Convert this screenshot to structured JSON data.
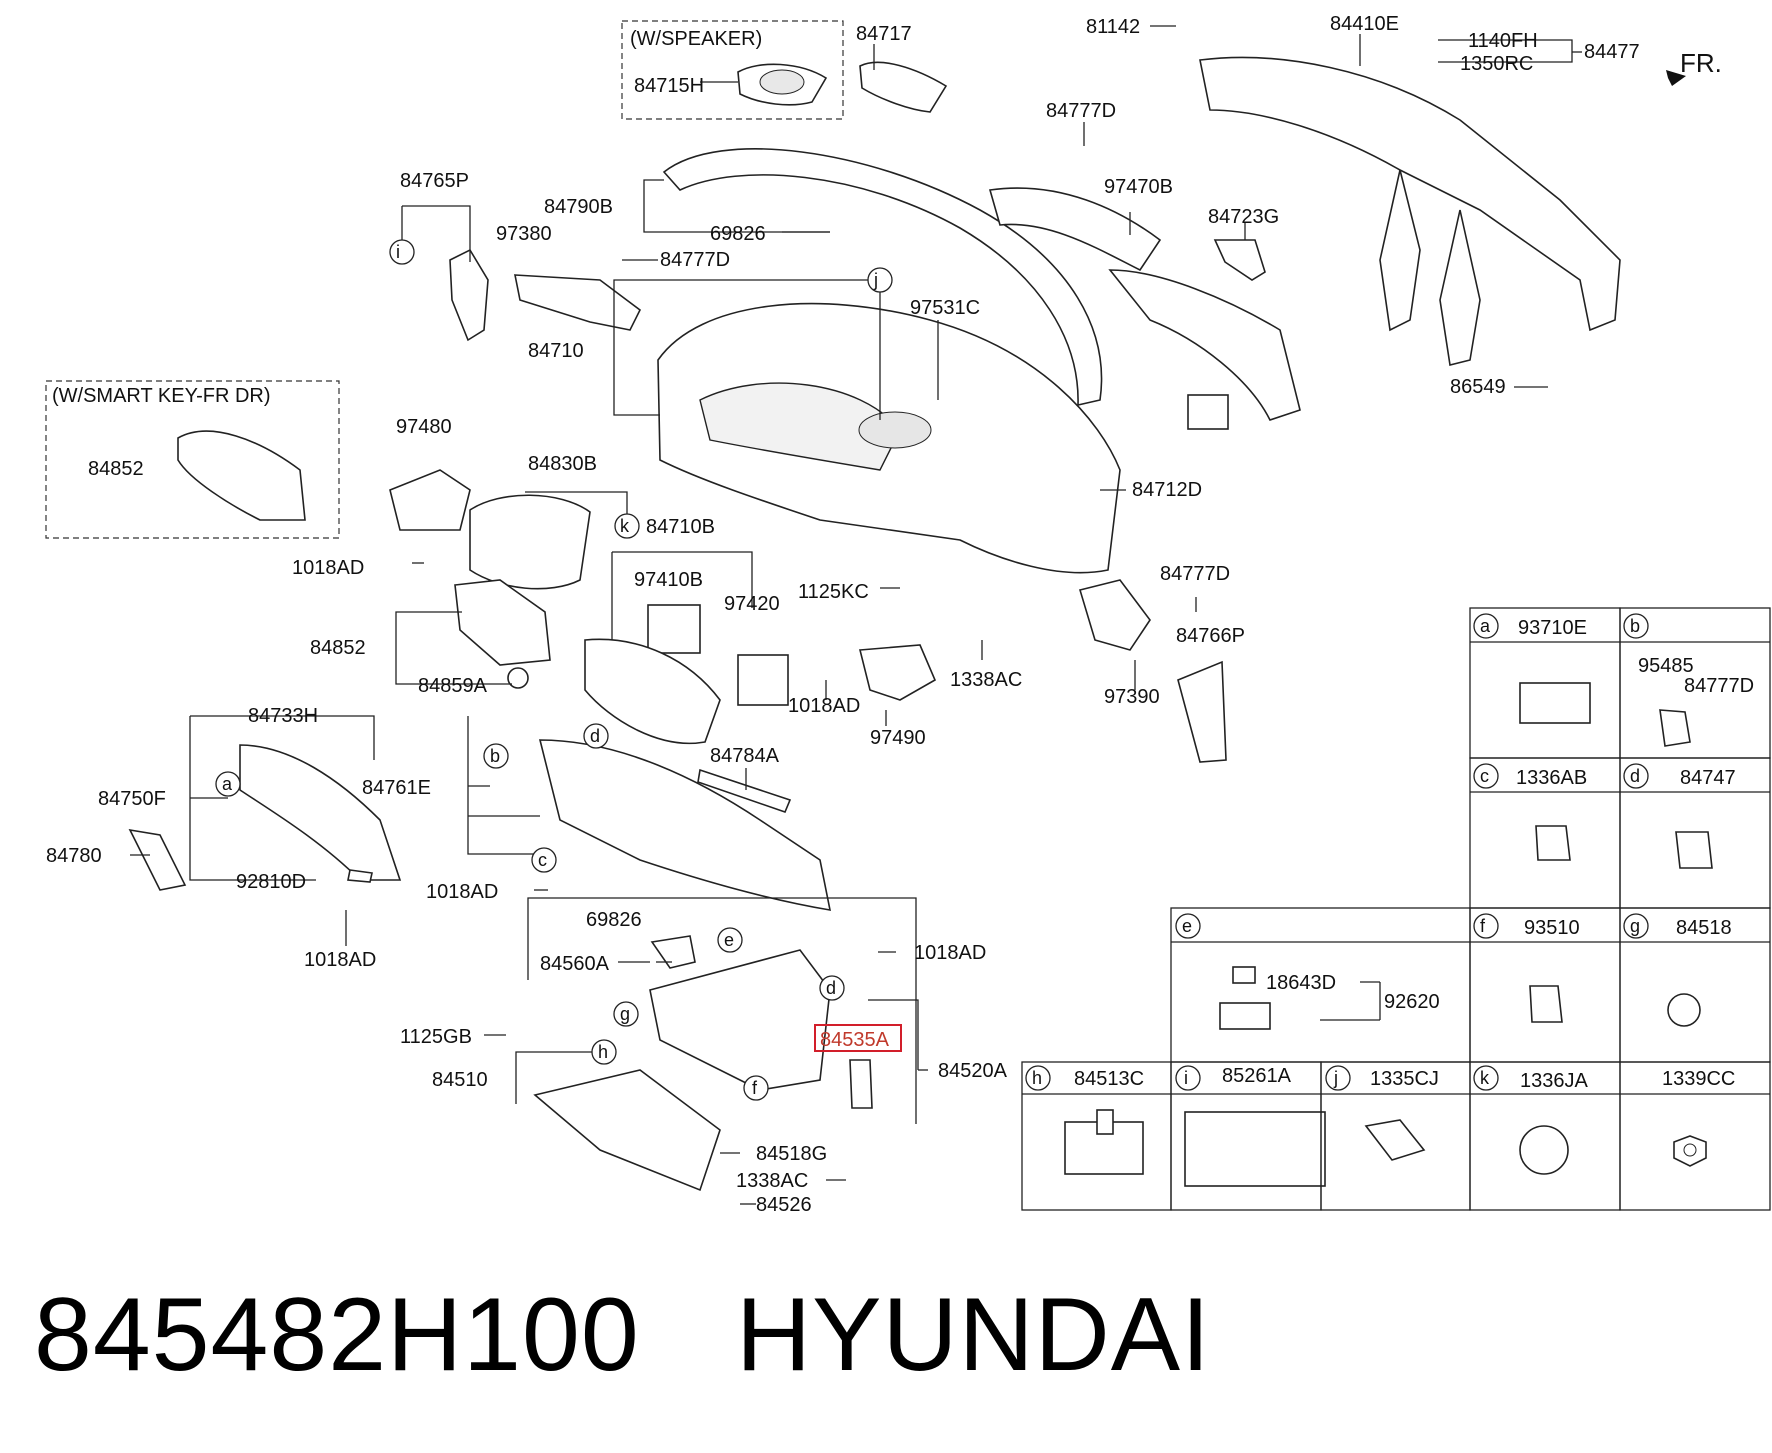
{
  "header": {
    "direction_label": "FR."
  },
  "groups": {
    "speaker": "(W/SPEAKER)",
    "smart_key": "(W/SMART KEY-FR DR)"
  },
  "part_labels": [
    "84717",
    "84715H",
    "81142",
    "84410E",
    "1140FH",
    "1350RC",
    "84477",
    "84777D",
    "84765P",
    "84790B",
    "97380",
    "69826",
    "84777D",
    "97470B",
    "84723G",
    "97531C",
    "84710",
    "86549",
    "84852",
    "97480",
    "84830B",
    "84712D",
    "1018AD",
    "84710B",
    "97410B",
    "97420",
    "1125KC",
    "84777D",
    "84852",
    "84766P",
    "1338AC",
    "97390",
    "84859A",
    "1018AD",
    "97490",
    "84733H",
    "84784A",
    "84761E",
    "84750F",
    "84780",
    "92810D",
    "1018AD",
    "1018AD",
    "1018AD",
    "69826",
    "84560A",
    "1125GB",
    "84535A",
    "84520A",
    "84510",
    "84518G",
    "1338AC",
    "84526"
  ],
  "legend": {
    "row1": [
      {
        "key": "a",
        "part": "93710E"
      },
      {
        "key": "b",
        "part": "",
        "sub_parts": [
          "95485",
          "84777D"
        ]
      }
    ],
    "row2": [
      {
        "key": "c",
        "part": "1336AB"
      },
      {
        "key": "d",
        "part": "84747"
      }
    ],
    "row3": [
      {
        "key": "e",
        "part": "",
        "sub_parts": [
          "18643D",
          "92620"
        ]
      },
      {
        "key": "f",
        "part": "93510"
      },
      {
        "key": "g",
        "part": "84518"
      }
    ],
    "row4": [
      {
        "key": "h",
        "part": "84513C"
      },
      {
        "key": "i",
        "part": "85261A"
      },
      {
        "key": "j",
        "part": "1335CJ"
      },
      {
        "key": "k",
        "part": "1336JA"
      },
      {
        "key": "",
        "part": "1339CC"
      }
    ]
  },
  "highlight": {
    "part": "84535A",
    "color": "#d21e2a"
  },
  "footer": {
    "part_number": "845482H100",
    "brand": "HYUNDAI"
  }
}
